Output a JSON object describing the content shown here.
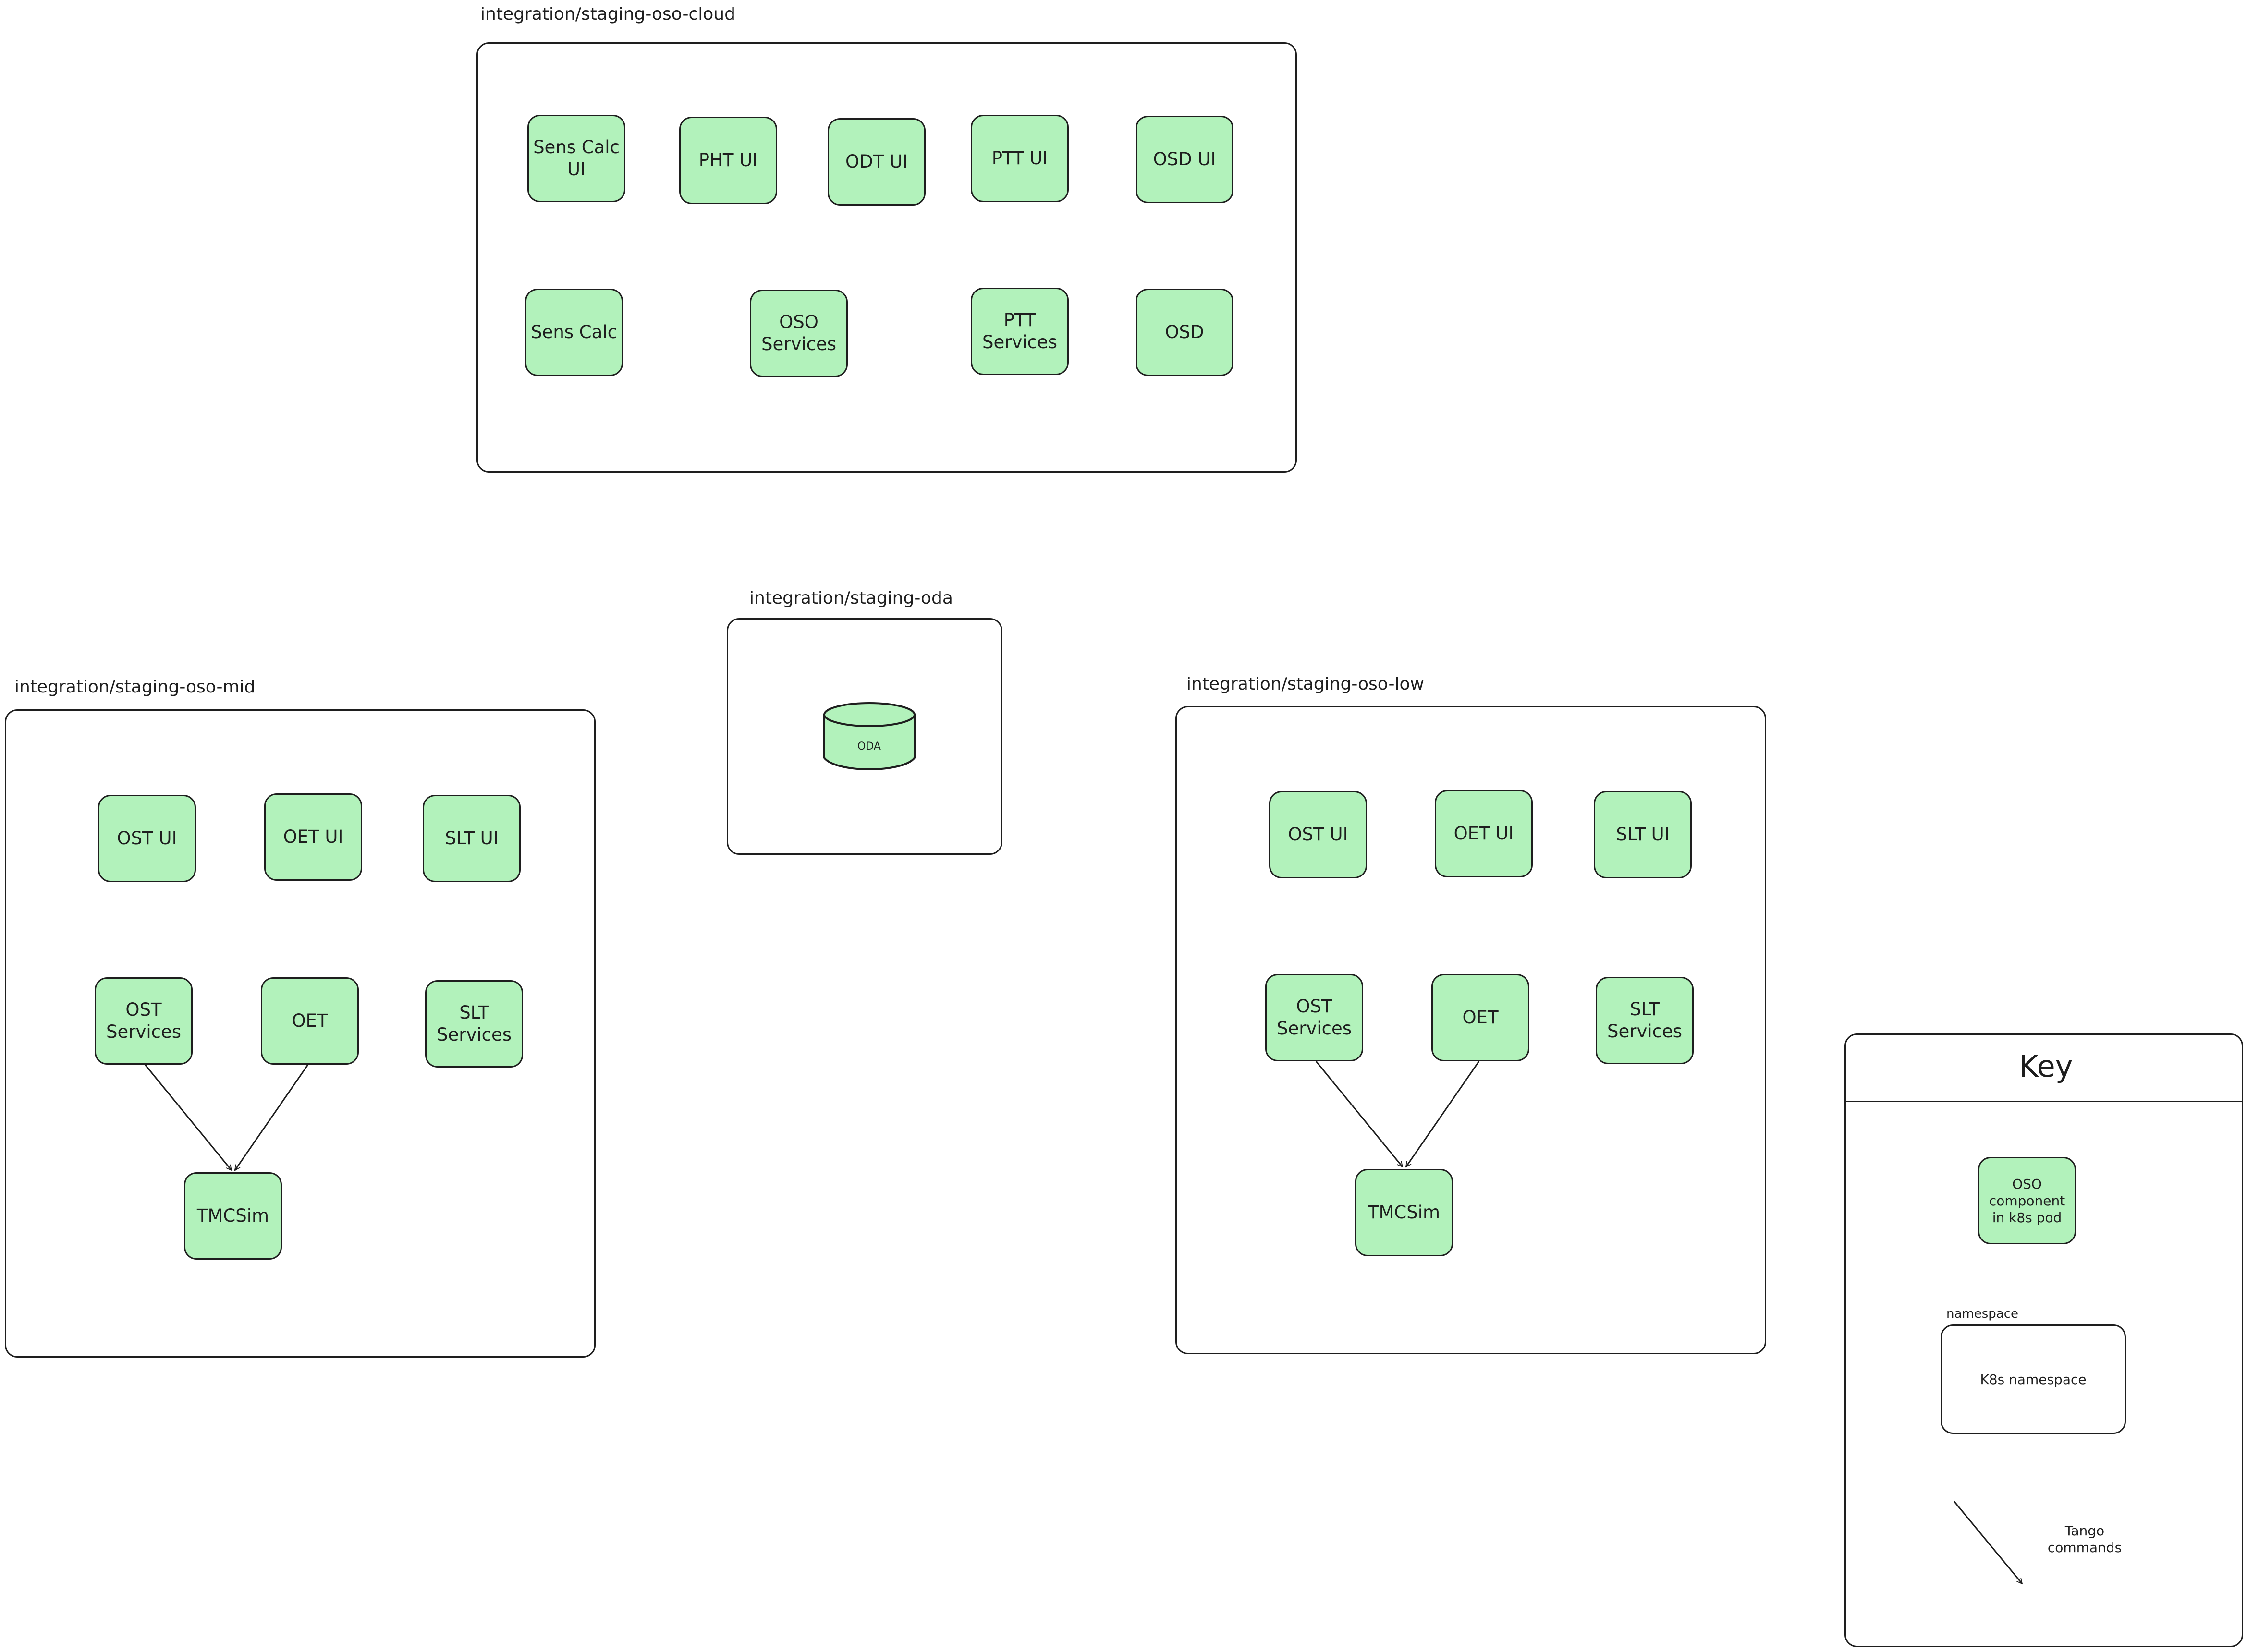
{
  "namespaces": {
    "cloud": {
      "label": "integration/staging-oso-cloud",
      "pods": {
        "sens_calc_ui": "Sens Calc UI",
        "pht_ui": "PHT UI",
        "odt_ui": "ODT UI",
        "ptt_ui": "PTT UI",
        "osd_ui": "OSD UI",
        "sens_calc": "Sens Calc",
        "oso_services": "OSO Services",
        "ptt_services": "PTT Services",
        "osd": "OSD"
      }
    },
    "oda": {
      "label": "integration/staging-oda",
      "database": "ODA"
    },
    "mid": {
      "label": "integration/staging-oso-mid",
      "pods": {
        "ost_ui": "OST UI",
        "oet_ui": "OET UI",
        "slt_ui": "SLT UI",
        "ost_services": "OST Services",
        "oet": "OET",
        "slt_services": "SLT Services",
        "tmcsim": "TMCSim"
      }
    },
    "low": {
      "label": "integration/staging-oso-low",
      "pods": {
        "ost_ui": "OST UI",
        "oet_ui": "OET UI",
        "slt_ui": "SLT UI",
        "ost_services": "OST Services",
        "oet": "OET",
        "slt_services": "SLT Services",
        "tmcsim": "TMCSim"
      }
    }
  },
  "key": {
    "title": "Key",
    "pod_example": "OSO component in k8s pod",
    "namespace_label": "namespace",
    "namespace_example": "K8s namespace",
    "arrow_label": "Tango commands"
  },
  "colors": {
    "pod_fill": "#b2f2bb",
    "stroke": "#1e1e1e",
    "background": "#ffffff"
  }
}
